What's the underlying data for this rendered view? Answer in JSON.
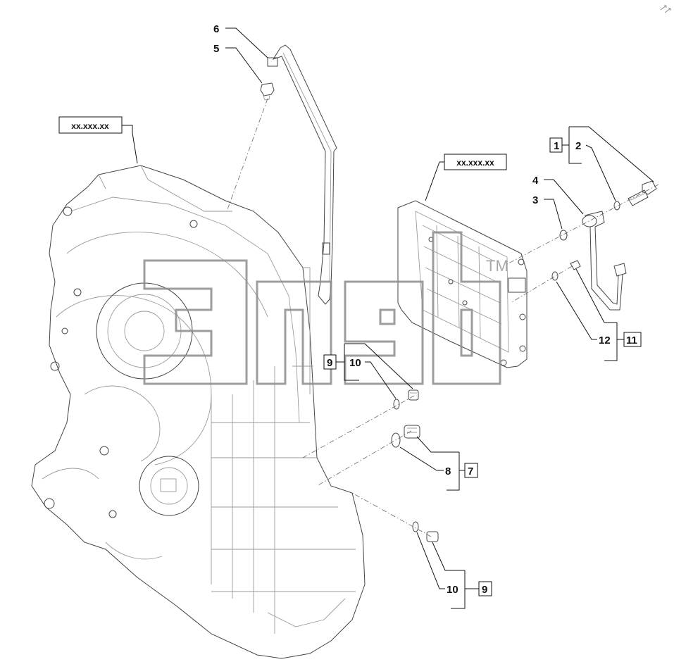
{
  "diagram": {
    "reference_boxes": [
      "xx.xxx.xx",
      "xx.xxx.xx"
    ],
    "callouts": [
      "6",
      "5",
      "1",
      "2",
      "4",
      "3",
      "12",
      "11",
      "9",
      "10",
      "8",
      "7",
      "10",
      "9"
    ],
    "watermark_text": "TM"
  },
  "colors": {
    "line": "#444444",
    "leader": "#111111",
    "watermark": "#8c8c8c",
    "background": "#ffffff"
  },
  "icons": [
    "corner-arrows-icon"
  ]
}
